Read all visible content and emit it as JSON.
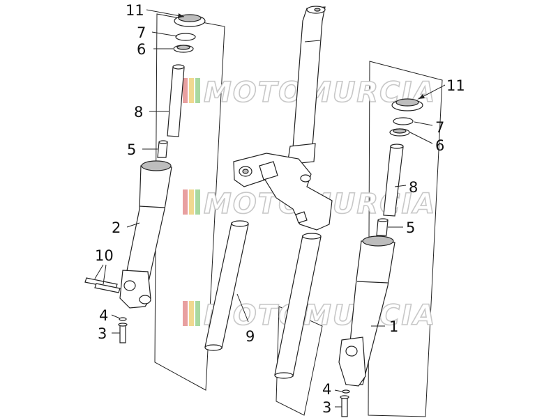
{
  "watermark": {
    "text": "MOTOMURCIA",
    "stripe_colors": [
      "#e8a0a0",
      "#f0d890",
      "#a8d8a0"
    ]
  },
  "callouts": {
    "left_11": "11",
    "left_7": "7",
    "left_6": "6",
    "left_8": "8",
    "left_5": "5",
    "left_2": "2",
    "left_10": "10",
    "left_4": "4",
    "left_3": "3",
    "center_9": "9",
    "right_11": "11",
    "right_7": "7",
    "right_6": "6",
    "right_8": "8",
    "right_5": "5",
    "right_1": "1",
    "right_4": "4",
    "right_3": "3"
  }
}
